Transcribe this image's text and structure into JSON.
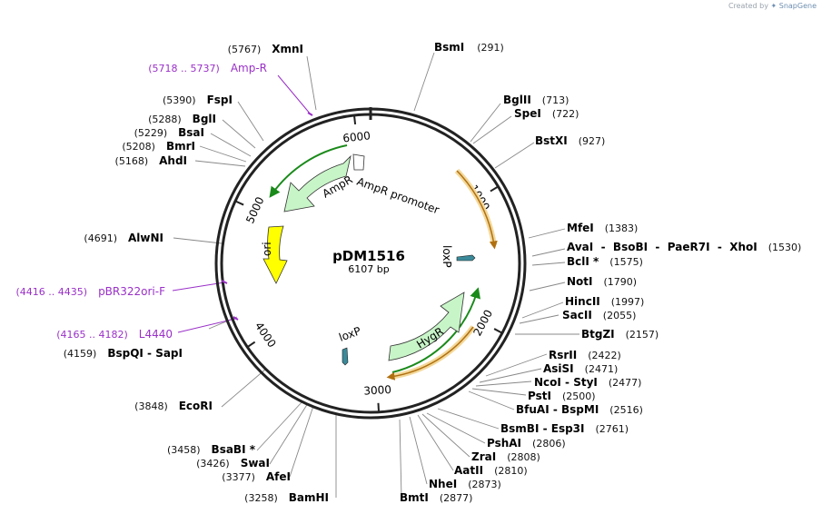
{
  "credit": {
    "prefix": "Created by",
    "brand": "SnapGene"
  },
  "plasmid": {
    "name": "pDM1516",
    "length_label": "6107 bp",
    "length": 6107
  },
  "ticks": [
    {
      "pos": 1000,
      "label": "1000"
    },
    {
      "pos": 2000,
      "label": "2000"
    },
    {
      "pos": 3000,
      "label": "3000"
    },
    {
      "pos": 4000,
      "label": "4000"
    },
    {
      "pos": 5000,
      "label": "5000"
    },
    {
      "pos": 6000,
      "label": "6000"
    }
  ],
  "features": [
    {
      "name": "AmpR",
      "label": "AmpR",
      "kind": "arrow",
      "color": "#c8f5c8"
    },
    {
      "name": "AmpR promoter",
      "label": "AmpR promoter",
      "kind": "box",
      "color": "#ffffff"
    },
    {
      "name": "ori",
      "label": "ori",
      "kind": "arrow",
      "color": "#ffff00"
    },
    {
      "name": "HygR",
      "label": "HygR",
      "kind": "arrow",
      "color": "#c8f5c8"
    },
    {
      "name": "loxP-1",
      "label": "loxP",
      "kind": "small",
      "color": "#3a8a9a"
    },
    {
      "name": "loxP-2",
      "label": "loxP",
      "kind": "small",
      "color": "#3a8a9a"
    }
  ],
  "sites": [
    {
      "name": "BsmI",
      "pos": "(291)"
    },
    {
      "name": "BglII",
      "pos": "(713)"
    },
    {
      "name": "SpeI",
      "pos": "(722)"
    },
    {
      "name": "BstXI",
      "pos": "(927)"
    },
    {
      "name": "MfeI",
      "pos": "(1383)"
    },
    {
      "name": "AvaI  -  BsoBI  -  PaeR7I  -  XhoI",
      "pos": "(1530)"
    },
    {
      "name": "BclI *",
      "pos": "(1575)"
    },
    {
      "name": "NotI",
      "pos": "(1790)"
    },
    {
      "name": "HincII",
      "pos": "(1997)"
    },
    {
      "name": "SacII",
      "pos": "(2055)"
    },
    {
      "name": "BtgZI",
      "pos": "(2157)"
    },
    {
      "name": "RsrII",
      "pos": "(2422)"
    },
    {
      "name": "AsiSI",
      "pos": "(2471)"
    },
    {
      "name": "NcoI  -  StyI",
      "pos": "(2477)"
    },
    {
      "name": "PstI",
      "pos": "(2500)"
    },
    {
      "name": "BfuAI  -  BspMI",
      "pos": "(2516)"
    },
    {
      "name": "BsmBI  -  Esp3I",
      "pos": "(2761)"
    },
    {
      "name": "PshAI",
      "pos": "(2806)"
    },
    {
      "name": "ZraI",
      "pos": "(2808)"
    },
    {
      "name": "AatII",
      "pos": "(2810)"
    },
    {
      "name": "NheI",
      "pos": "(2873)"
    },
    {
      "name": "BmtI",
      "pos": "(2877)"
    },
    {
      "name": "BamHI",
      "pos": "(3258)"
    },
    {
      "name": "AfeI",
      "pos": "(3377)"
    },
    {
      "name": "SwaI",
      "pos": "(3426)"
    },
    {
      "name": "BsaBI *",
      "pos": "(3458)"
    },
    {
      "name": "EcoRI",
      "pos": "(3848)"
    },
    {
      "name": "BspQI  -  SapI",
      "pos": "(4159)"
    },
    {
      "name": "AlwNI",
      "pos": "(4691)"
    },
    {
      "name": "AhdI",
      "pos": "(5168)"
    },
    {
      "name": "BmrI",
      "pos": "(5208)"
    },
    {
      "name": "BsaI",
      "pos": "(5229)"
    },
    {
      "name": "BglI",
      "pos": "(5288)"
    },
    {
      "name": "FspI",
      "pos": "(5390)"
    },
    {
      "name": "XmnI",
      "pos": "(5767)"
    }
  ],
  "primers": [
    {
      "name": "Amp-R",
      "pos": "(5718 .. 5737)"
    },
    {
      "name": "pBR322ori-F",
      "pos": "(4416 .. 4435)"
    },
    {
      "name": "L4440",
      "pos": "(4165 .. 4182)"
    }
  ],
  "colors": {
    "backbone": "#222222",
    "primer": "#9a30c8",
    "orange": "#e8a030",
    "green": "#1a8a1a"
  }
}
